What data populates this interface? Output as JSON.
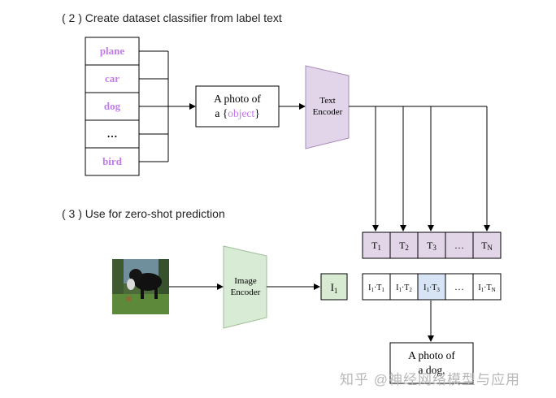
{
  "sections": {
    "step2_heading": "( 2 ) Create dataset classifier from label text",
    "step3_heading": "( 3 ) Use for zero-shot prediction"
  },
  "labels": [
    "plane",
    "car",
    "dog",
    "…",
    "bird"
  ],
  "template": {
    "line1": "A photo of",
    "line2_prefix": "a {",
    "placeholder": "object",
    "line2_suffix": "}"
  },
  "text_encoder": {
    "line1": "Text",
    "line2": "Encoder"
  },
  "image_encoder": {
    "line1": "Image",
    "line2": "Encoder"
  },
  "text_embeddings": [
    {
      "base": "T",
      "sub": "1"
    },
    {
      "base": "T",
      "sub": "2"
    },
    {
      "base": "T",
      "sub": "3"
    },
    {
      "base": "…",
      "sub": ""
    },
    {
      "base": "T",
      "sub": "N"
    }
  ],
  "image_embedding": {
    "base": "I",
    "sub": "1"
  },
  "similarities": [
    {
      "i": "I",
      "isub": "1",
      "t": "T",
      "tsub": "1"
    },
    {
      "i": "I",
      "isub": "1",
      "t": "T",
      "tsub": "2"
    },
    {
      "i": "I",
      "isub": "1",
      "t": "T",
      "tsub": "3"
    },
    {
      "i": "…",
      "isub": "",
      "t": "",
      "tsub": ""
    },
    {
      "i": "I",
      "isub": "1",
      "t": "T",
      "tsub": "N"
    }
  ],
  "highlighted_similarity": 2,
  "prediction": {
    "line1": "A photo of",
    "line2": "a dog."
  },
  "watermark": "知乎 @神经网络模型与应用",
  "colors": {
    "label_text": "#c27be8",
    "encoder_text_fill": "#e2d5ea",
    "encoder_image_fill": "#d8ebd5",
    "embedding_purple": "#e3d5e8",
    "embedding_green": "#d9ead3",
    "highlight_blue": "#d6e4f5"
  }
}
